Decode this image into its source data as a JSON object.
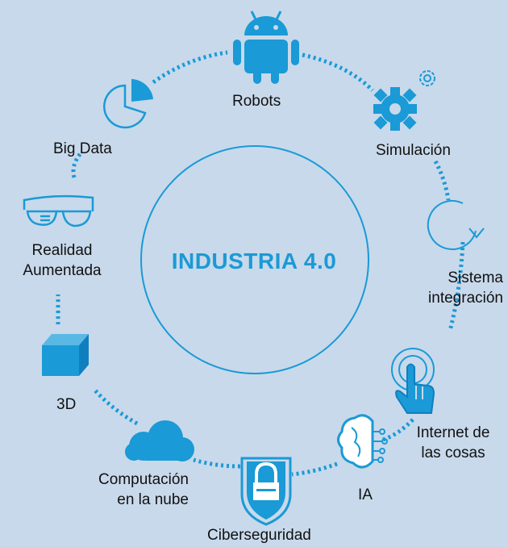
{
  "diagram": {
    "center_title": "INDUSTRIA 4.0",
    "nodes": [
      {
        "id": "robots",
        "label": "Robots",
        "icon": "android-robot-icon"
      },
      {
        "id": "simulacion",
        "label": "Simulación",
        "icon": "gears-icon"
      },
      {
        "id": "sistema",
        "label": "Sistema\nintegración",
        "icon": "circular-arrow-icon"
      },
      {
        "id": "iot",
        "label": "Internet de\nlas cosas",
        "icon": "touch-hand-icon"
      },
      {
        "id": "ia",
        "label": "IA",
        "icon": "brain-circuit-icon"
      },
      {
        "id": "ciber",
        "label": "Ciberseguridad",
        "icon": "shield-lock-icon"
      },
      {
        "id": "nube",
        "label": "Computación\nen la nube",
        "icon": "cloud-icon"
      },
      {
        "id": "3d",
        "label": "3D",
        "icon": "cube-icon"
      },
      {
        "id": "ar",
        "label": "Realidad\nAumentada",
        "icon": "ar-glasses-icon"
      },
      {
        "id": "bigdata",
        "label": "Big Data",
        "icon": "pie-chart-icon"
      }
    ]
  },
  "colors": {
    "background": "#c8d9eb",
    "accent": "#1a9ad6",
    "accent_dark": "#0f7fc0",
    "text": "#111111"
  }
}
